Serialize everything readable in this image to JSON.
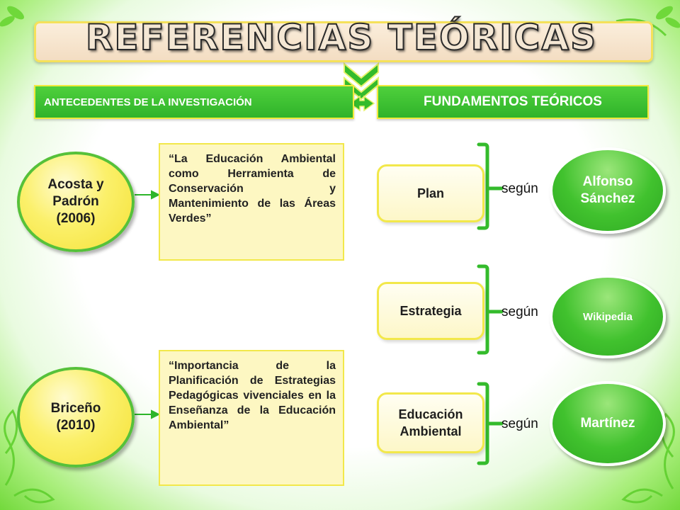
{
  "title": "REFERENCIAS TEÓRICAS",
  "headers": {
    "left": "ANTECEDENTES DE LA INVESTIGACIÓN",
    "right": "FUNDAMENTOS TEÓRICOS"
  },
  "antecedentes": [
    {
      "author": "Acosta y Padrón (2006)",
      "quote": "“La Educación Ambiental como Herramienta de Conservación y Mantenimiento de las Áreas Verdes”"
    },
    {
      "author": "Briceño (2010)",
      "quote": "“Importancia de la Planificación de Estrategias Pedagógicas vivenciales en la Enseñanza de la Educación Ambiental”"
    }
  ],
  "fundamentos": [
    {
      "concept": "Plan",
      "connector": "según",
      "source": "Alfonso Sánchez"
    },
    {
      "concept": "Estrategia",
      "connector": "según",
      "source": "Wikipedia"
    },
    {
      "concept": "Educación Ambiental",
      "connector": "según",
      "source": "Martínez"
    }
  ],
  "colors": {
    "header_green": "#3cc334",
    "accent_yellow": "#f2e84a",
    "box_fill": "#fdf7c2"
  }
}
